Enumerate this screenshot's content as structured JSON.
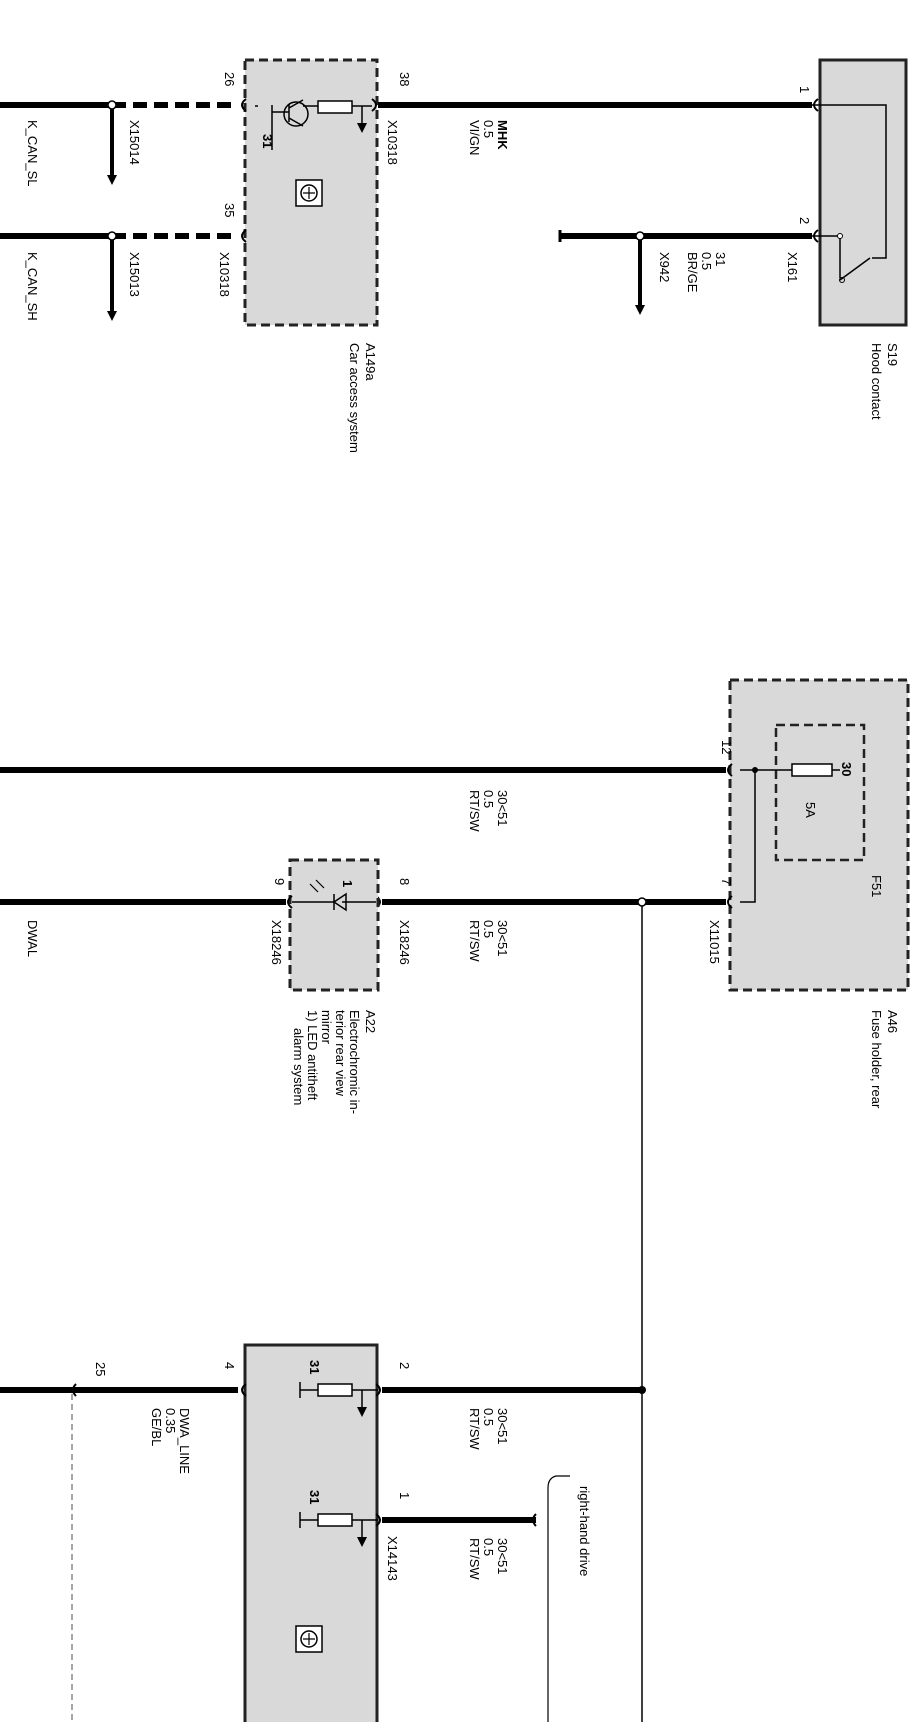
{
  "colors": {
    "wire": "#000000",
    "box_fill": "#d9d9d9",
    "box_border": "#222222"
  },
  "components": {
    "s19": {
      "id": "S19",
      "name": "Hood contact",
      "pin_top": "1",
      "pin_bottom": "2",
      "connector": "X161"
    },
    "a149a": {
      "id": "A149a",
      "name": "Car access system",
      "pin_top": "26",
      "pin_bottom": "35",
      "pin_right": "38",
      "connector_right": "X10318",
      "connector_bottom": "X10318",
      "internal_31": "31"
    },
    "a46": {
      "id": "A46",
      "name": "Fuse holder, rear",
      "pin_top": "12",
      "pin_bottom": "7",
      "connector": "X11015"
    },
    "f51": {
      "id": "F51",
      "rating": "5A",
      "terminal": "30"
    },
    "a22": {
      "id": "A22",
      "name_lines": [
        "Electrochromic in-",
        "terior rear view",
        "mirror",
        "1) LED antitheft",
        "alarm system"
      ],
      "pin_left": "9",
      "pin_right": "8",
      "connector_left": "X18246",
      "connector_right": "X18246",
      "internal_pin": "1"
    },
    "module_bottom": {
      "pin_left": "4",
      "pin_right_a": "2",
      "pin_right_b": "1",
      "connector": "X14143",
      "internal_31a": "31",
      "internal_31b": "31"
    }
  },
  "wires": {
    "mhk": {
      "signal": "MHK",
      "size": "0.5",
      "color": "VI/GN"
    },
    "ground_31": {
      "signal": "31",
      "size": "0.5",
      "color": "BR/GE",
      "connector": "X942"
    },
    "k_can_sl": {
      "signal": "K_CAN_SL",
      "connector": "X15014"
    },
    "k_can_sh": {
      "signal": "K_CAN_SH",
      "connector": "X15013"
    },
    "w30_top": {
      "signal": "30<51",
      "size": "0.5",
      "color": "RT/SW"
    },
    "w30_mid": {
      "signal": "30<51",
      "size": "0.5",
      "color": "RT/SW"
    },
    "w30_b1": {
      "signal": "30<51",
      "size": "0.5",
      "color": "RT/SW"
    },
    "w30_b2": {
      "signal": "30<51",
      "size": "0.5",
      "color": "RT/SW"
    },
    "dwal": {
      "signal": "DWAL"
    },
    "dwa_line": {
      "signal": "DWA_LINE",
      "size": "0.35",
      "color": "GE/BL",
      "pin": "25"
    }
  },
  "notes": {
    "rhd": "right-hand drive"
  }
}
